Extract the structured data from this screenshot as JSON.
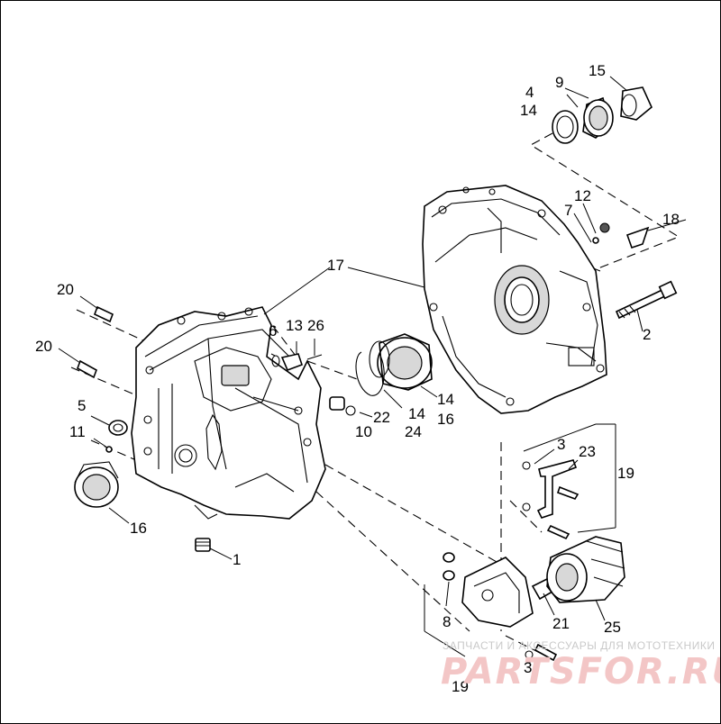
{
  "callouts": [
    {
      "id": "c1",
      "text": "1"
    },
    {
      "id": "c2",
      "text": "2"
    },
    {
      "id": "c3a",
      "text": "3"
    },
    {
      "id": "c3b",
      "text": "3"
    },
    {
      "id": "c4",
      "text": "4"
    },
    {
      "id": "c5",
      "text": "5"
    },
    {
      "id": "c6",
      "text": "6"
    },
    {
      "id": "c7",
      "text": "7"
    },
    {
      "id": "c8",
      "text": "8"
    },
    {
      "id": "c9",
      "text": "9"
    },
    {
      "id": "c10",
      "text": "10"
    },
    {
      "id": "c11",
      "text": "11"
    },
    {
      "id": "c12",
      "text": "12"
    },
    {
      "id": "c13",
      "text": "13"
    },
    {
      "id": "c14a",
      "text": "14"
    },
    {
      "id": "c14b",
      "text": "14"
    },
    {
      "id": "c14c",
      "text": "14"
    },
    {
      "id": "c15",
      "text": "15"
    },
    {
      "id": "c16a",
      "text": "16"
    },
    {
      "id": "c16b",
      "text": "16"
    },
    {
      "id": "c17",
      "text": "17"
    },
    {
      "id": "c18",
      "text": "18"
    },
    {
      "id": "c19a",
      "text": "19"
    },
    {
      "id": "c19b",
      "text": "19"
    },
    {
      "id": "c20a",
      "text": "20"
    },
    {
      "id": "c20b",
      "text": "20"
    },
    {
      "id": "c21",
      "text": "21"
    },
    {
      "id": "c22",
      "text": "22"
    },
    {
      "id": "c23",
      "text": "23"
    },
    {
      "id": "c24",
      "text": "24"
    },
    {
      "id": "c25",
      "text": "25"
    },
    {
      "id": "c26",
      "text": "26"
    }
  ],
  "watermark": {
    "caption": "ЗАПЧАСТИ И АКСЕССУАРЫ ДЛЯ МОТОТЕХНИКИ",
    "logo": "PARTSFOR.RU"
  }
}
